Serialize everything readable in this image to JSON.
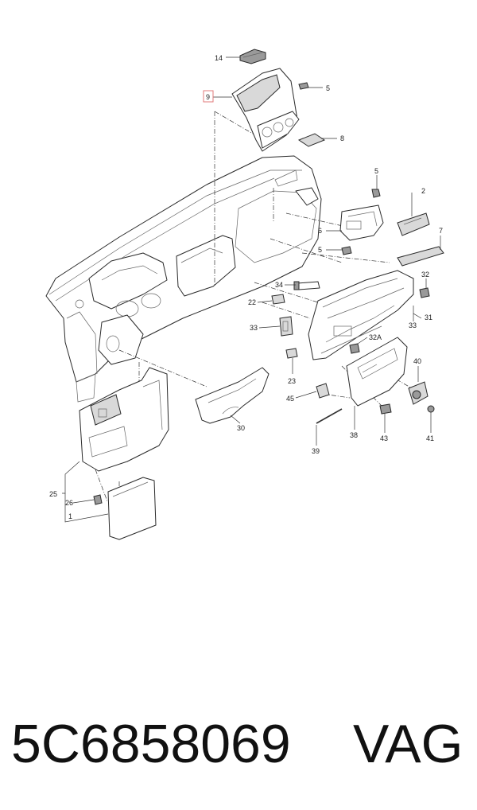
{
  "callouts": {
    "c14": "14",
    "c5a": "5",
    "c9": "9",
    "c8": "8",
    "c5b": "5",
    "c2": "2",
    "c6": "6",
    "c7": "7",
    "c5c": "5",
    "c32": "32",
    "c34": "34",
    "c22": "22",
    "c31": "31",
    "c33a": "33",
    "c33b": "33",
    "c32a": "32A",
    "c23": "23",
    "c40": "40",
    "c45": "45",
    "c30": "30",
    "c38": "38",
    "c43": "43",
    "c41": "41",
    "c39": "39",
    "c25": "25",
    "c26": "26",
    "c1": "1"
  },
  "caption": {
    "part_number": "5C6858069",
    "brand": "VAG"
  },
  "colors": {
    "line": "#2a2a2a",
    "highlight_box": "#e07a7a",
    "text": "#111111"
  }
}
